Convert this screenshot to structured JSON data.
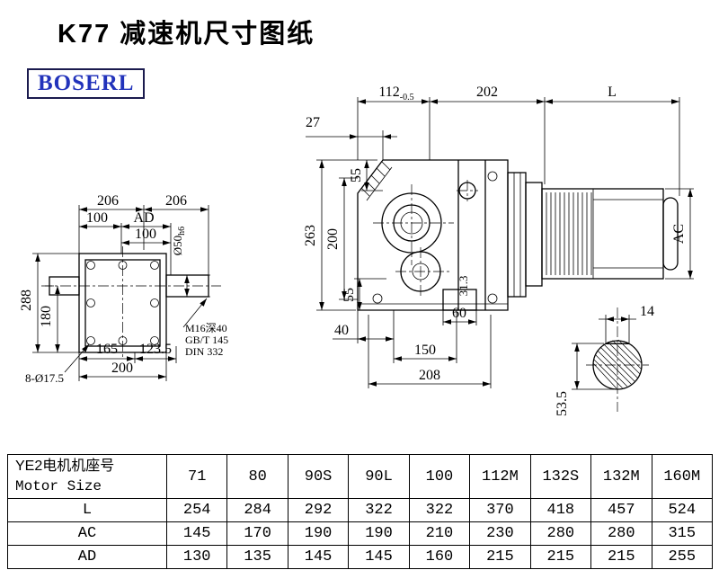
{
  "page": {
    "title": "K77 减速机尺寸图纸",
    "brand": "BOSERL"
  },
  "drawing": {
    "dims": {
      "d112": "112",
      "d112_tol": "-0.5",
      "d202": "202",
      "dL": "L",
      "d27": "27",
      "d263": "263",
      "d200v": "200",
      "d55t": "55",
      "d55b": "55",
      "d313": "31.3",
      "d40": "40",
      "d150": "150",
      "d208": "208",
      "d60": "60",
      "dAC": "AC",
      "d206a": "206",
      "d206b": "206",
      "d100a": "100",
      "dAD": "AD",
      "d100b": "100",
      "d50": "Ø50",
      "d50_fit": "h6",
      "d288": "288",
      "d180": "180",
      "d165": "165",
      "d1235": "123.5",
      "d200b": "200",
      "d8holes": "8-Ø17.5",
      "thread1": "M16深40",
      "thread2": "GB/T 145",
      "thread3": "DIN 332",
      "d14": "14",
      "d535": "53.5"
    }
  },
  "table": {
    "header": {
      "motor_cn": "YE2电机机座号",
      "motor_en": "Motor Size",
      "sizes": [
        "71",
        "80",
        "90S",
        "90L",
        "100",
        "112M",
        "132S",
        "132M",
        "160M"
      ]
    },
    "rows": [
      {
        "label": "L",
        "values": [
          "254",
          "284",
          "292",
          "322",
          "322",
          "370",
          "418",
          "457",
          "524"
        ]
      },
      {
        "label": "AC",
        "values": [
          "145",
          "170",
          "190",
          "190",
          "210",
          "230",
          "280",
          "280",
          "315"
        ]
      },
      {
        "label": "AD",
        "values": [
          "130",
          "135",
          "145",
          "145",
          "160",
          "215",
          "215",
          "215",
          "255"
        ]
      }
    ]
  }
}
